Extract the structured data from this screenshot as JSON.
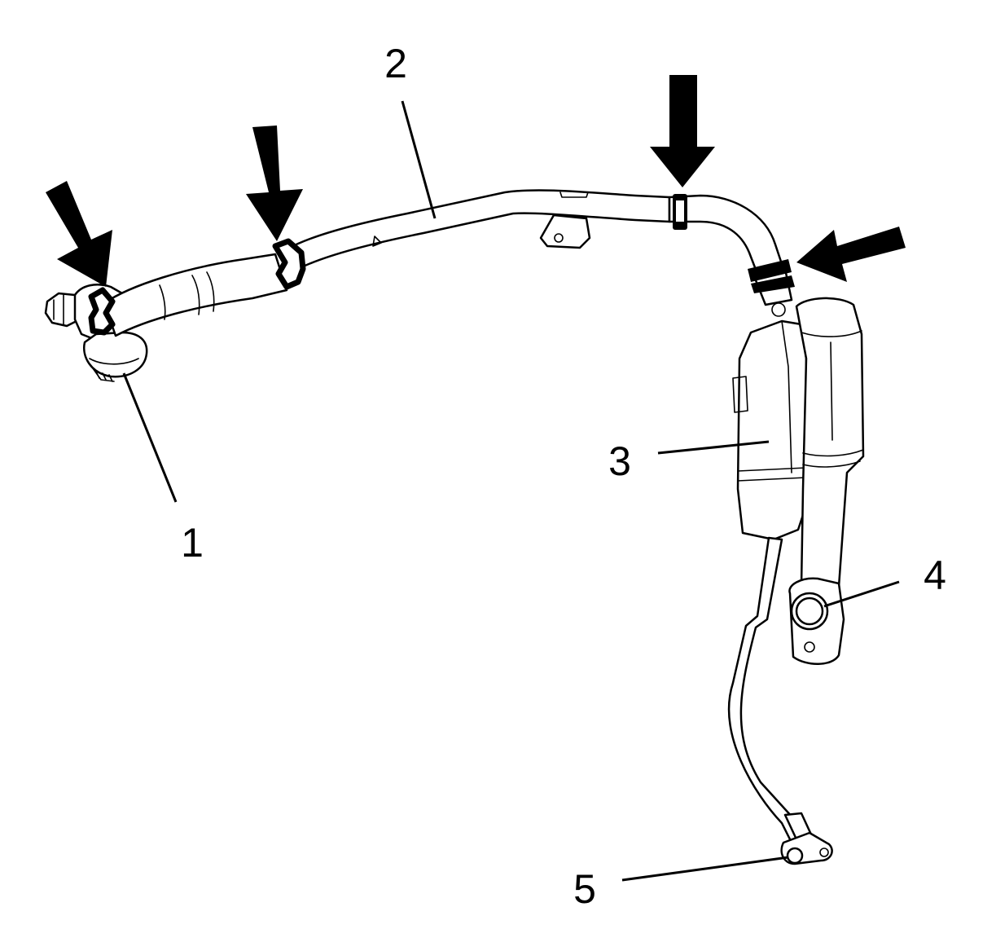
{
  "diagram": {
    "colors": {
      "line": "#000000",
      "background": "#ffffff"
    },
    "callouts": [
      {
        "id": "1",
        "label": "1"
      },
      {
        "id": "2",
        "label": "2"
      },
      {
        "id": "3",
        "label": "3"
      },
      {
        "id": "4",
        "label": "4"
      },
      {
        "id": "5",
        "label": "5"
      }
    ],
    "arrows": [
      {
        "id": "left-clamp",
        "icon": "arrow-down-right-icon"
      },
      {
        "id": "mid-clamp",
        "icon": "arrow-down-icon"
      },
      {
        "id": "top-clamp",
        "icon": "arrow-down-icon"
      },
      {
        "id": "right-clamp",
        "icon": "arrow-left-icon"
      }
    ]
  }
}
